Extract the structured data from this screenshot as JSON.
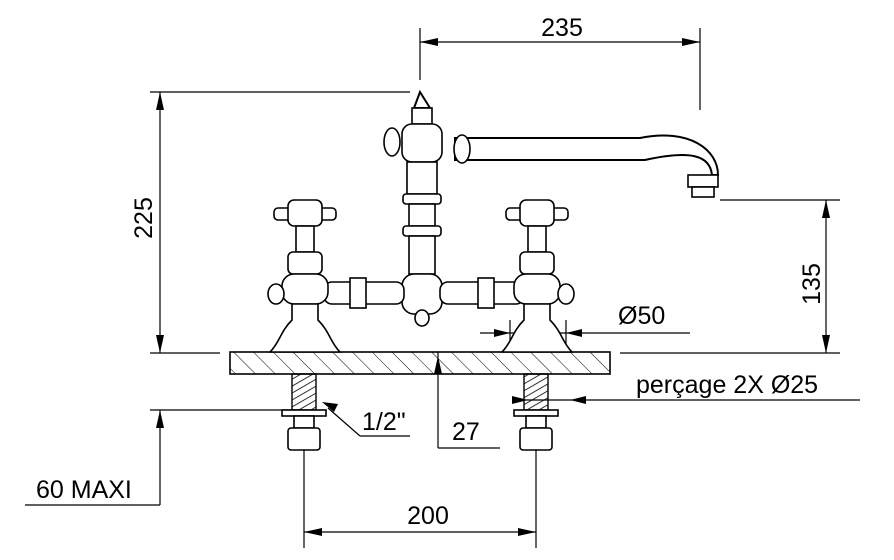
{
  "dimensions": {
    "spout_reach": "235",
    "overall_height": "225",
    "spout_height": "135",
    "base_diameter": "Ø50",
    "hole_drilling": "perçage 2X  Ø25",
    "thread": "1/2\"",
    "offset": "27",
    "max_deck": "60 MAXI",
    "centers": "200"
  }
}
